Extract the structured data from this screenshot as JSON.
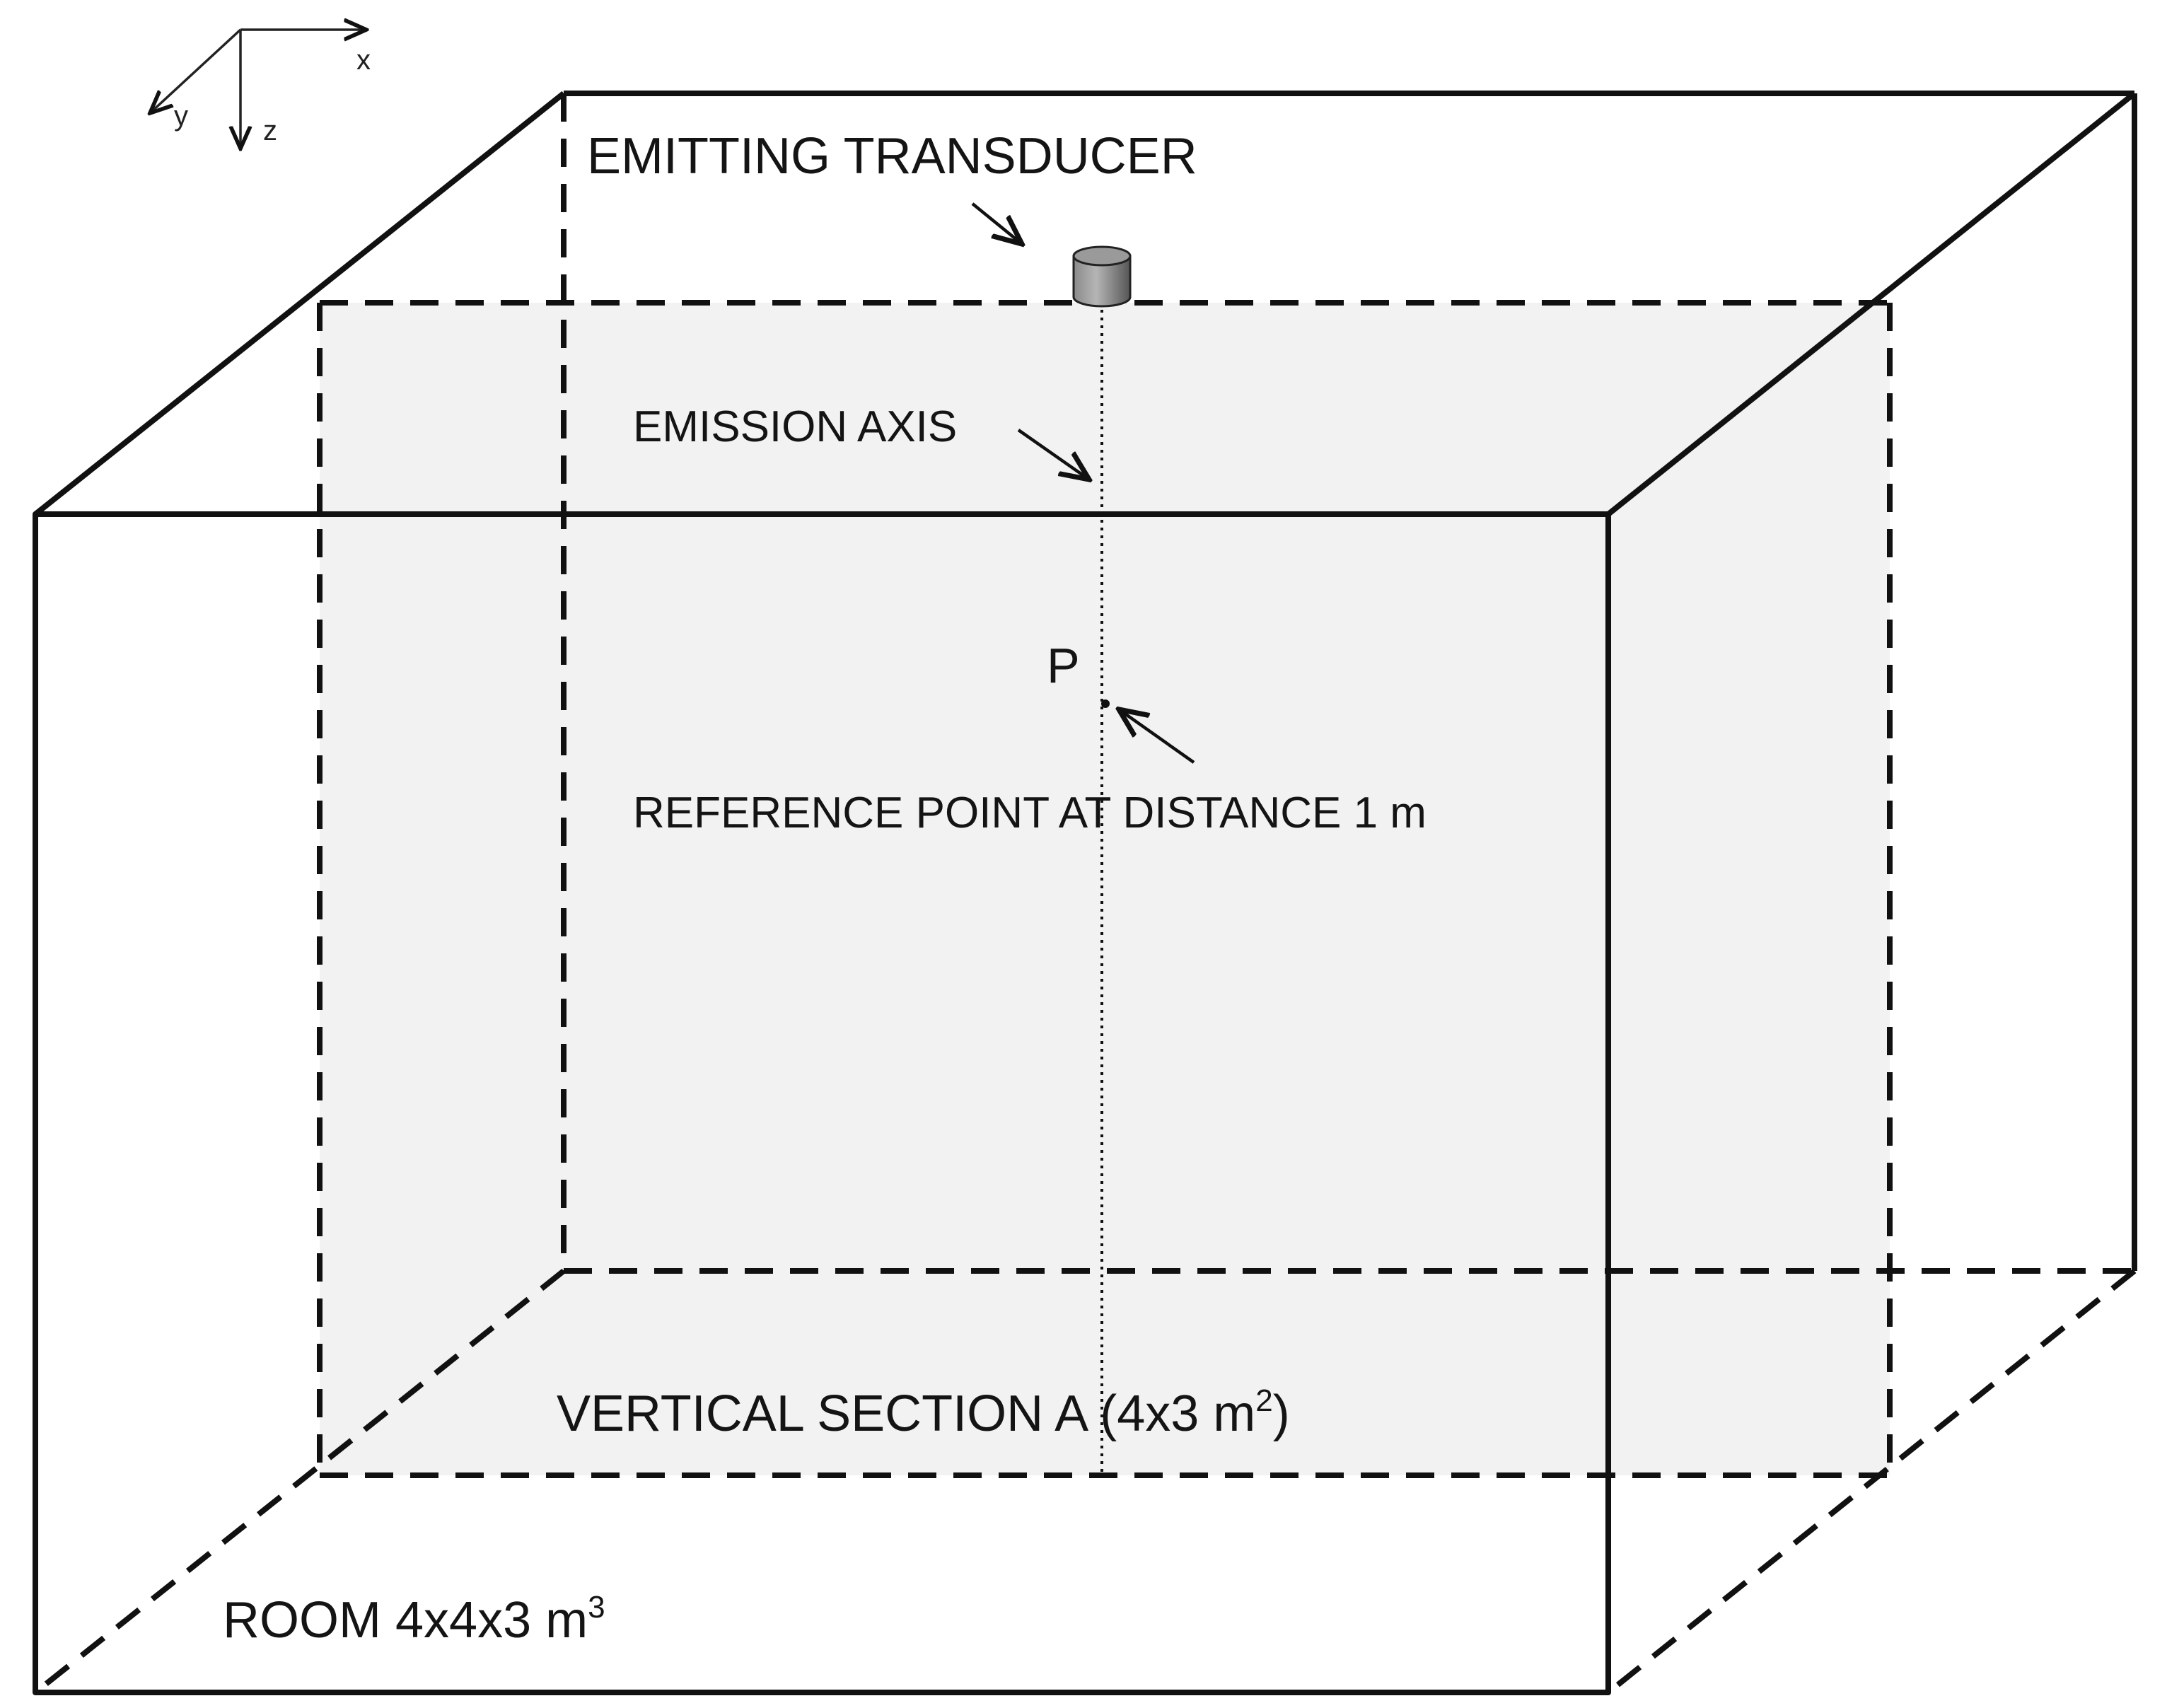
{
  "axes": {
    "x": "x",
    "y": "y",
    "z": "z"
  },
  "labels": {
    "transducer": "EMITTING TRANSDUCER",
    "emission_axis": "EMISSION AXIS",
    "point": "P",
    "reference_point": "REFERENCE POINT AT DISTANCE 1 m",
    "section_main": "VERTICAL SECTION A (4x3 m",
    "section_sup": "2",
    "section_end": ")",
    "room_main": "ROOM 4x4x3 m",
    "room_sup": "3"
  },
  "colors": {
    "line": "#111111",
    "section_fill": "#f2f2f2",
    "transducer": "#6e6e6e"
  }
}
